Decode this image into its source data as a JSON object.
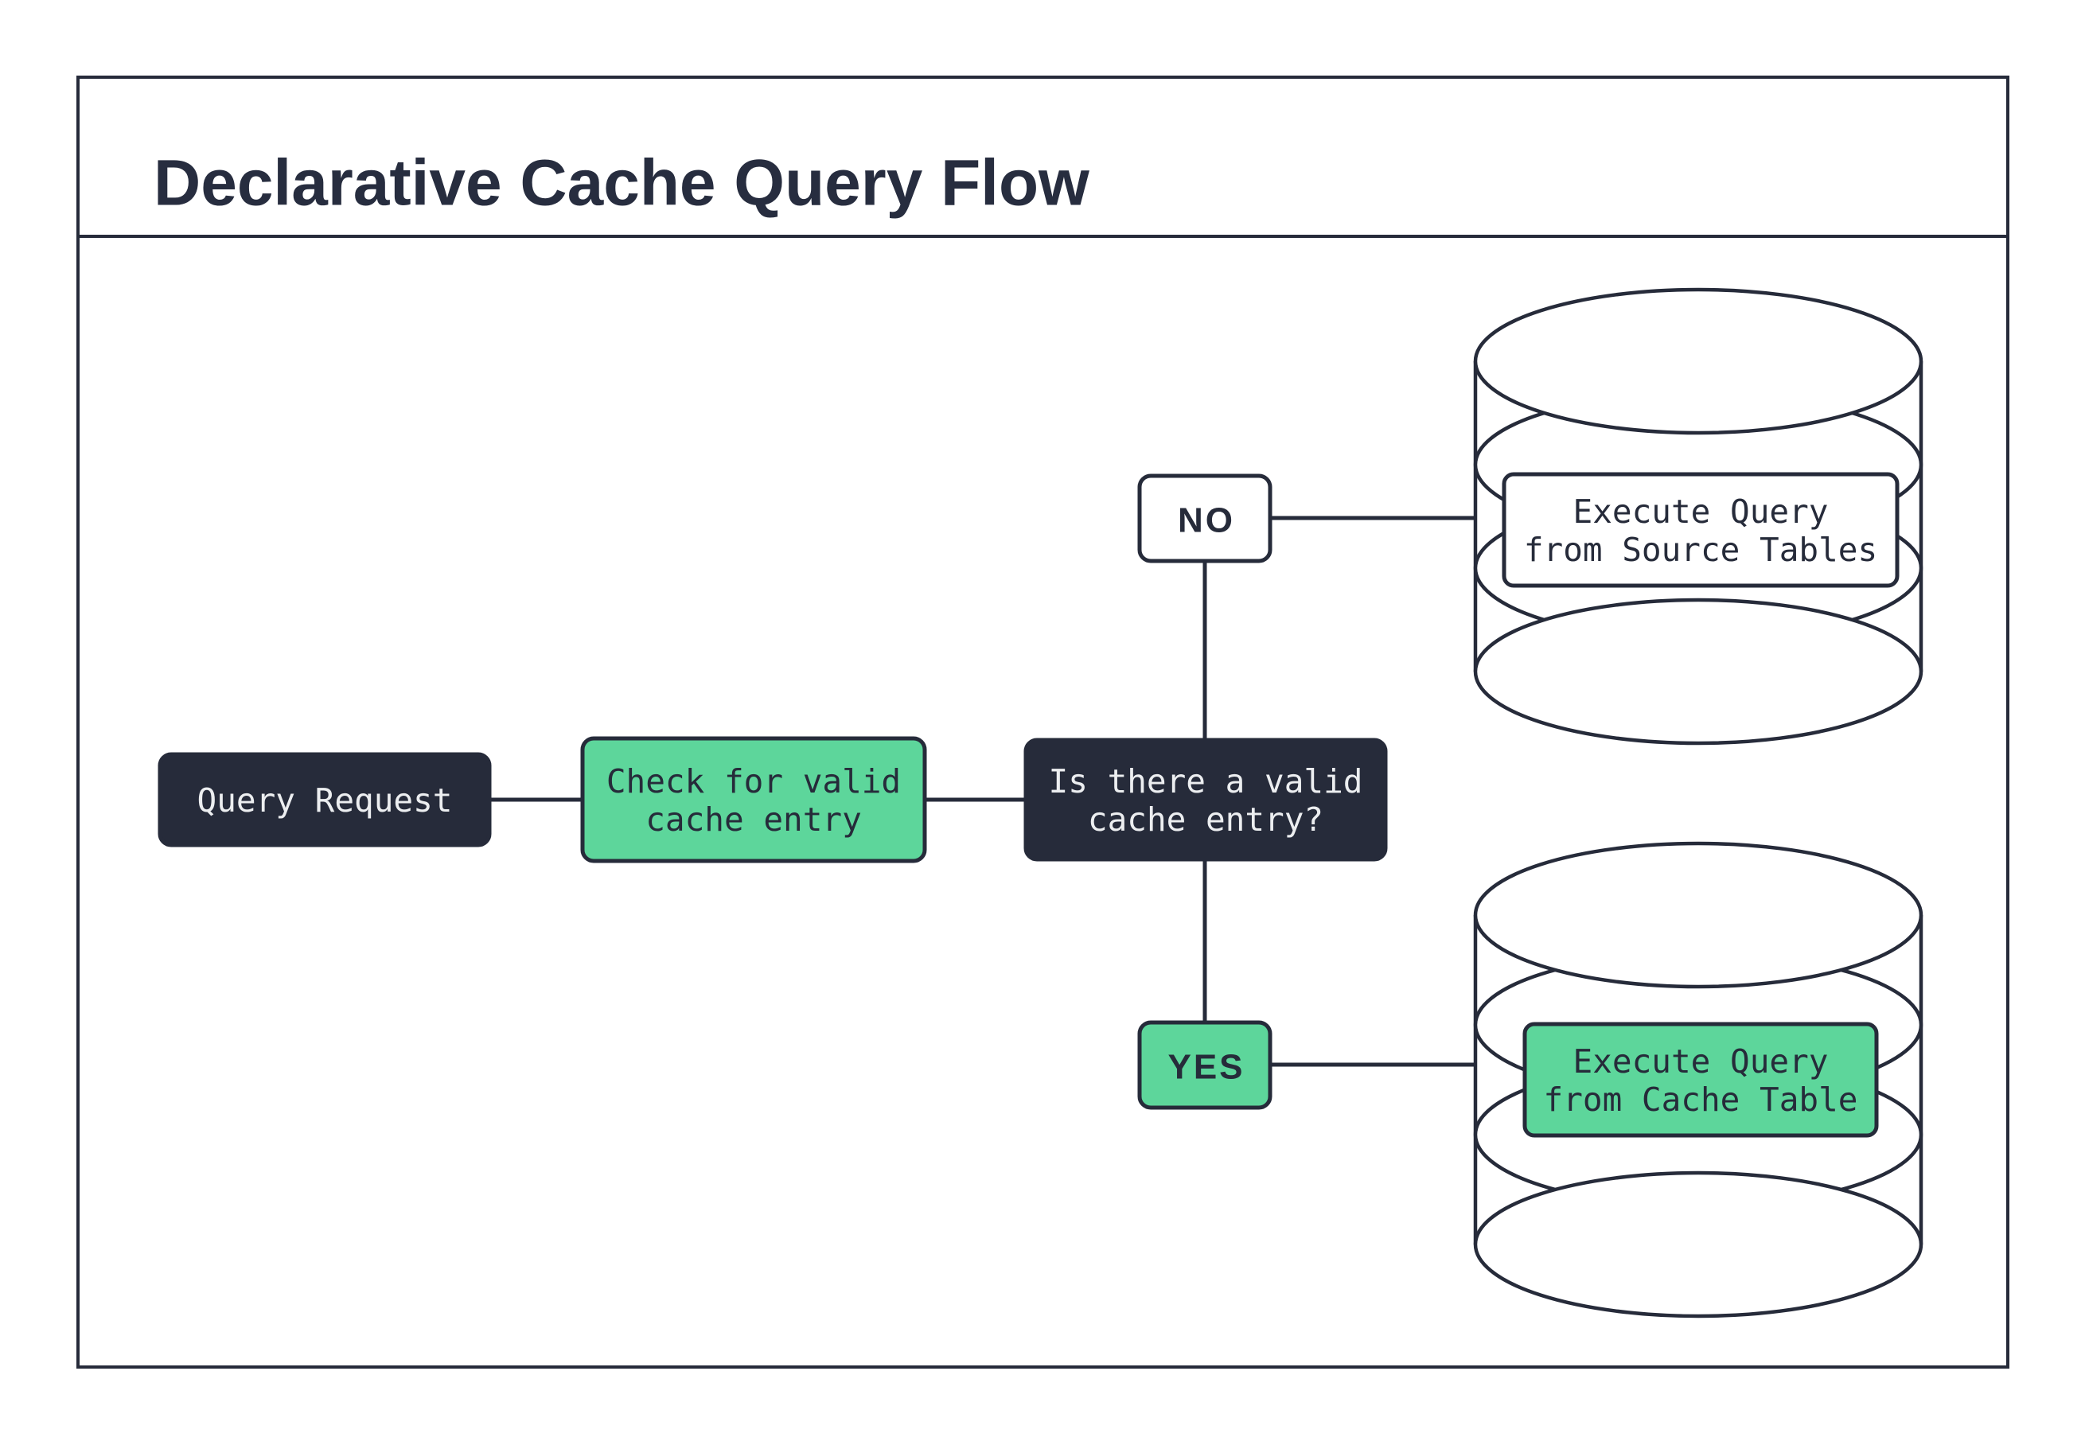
{
  "title": "Declarative Cache Query Flow",
  "colors": {
    "dark_navy": "#262b3a",
    "green": "#5dd69b",
    "light_text": "#eceef0",
    "background": "#ffffff"
  },
  "nodes": {
    "query_request": {
      "label": "Query Request"
    },
    "check_cache": {
      "line1": "Check for valid",
      "line2": "cache entry"
    },
    "decision": {
      "line1": "Is there a valid",
      "line2": "cache entry?"
    },
    "no_branch": {
      "label": "NO"
    },
    "yes_branch": {
      "label": "YES"
    },
    "source_db": {
      "line1": "Execute Query",
      "line2": "from Source Tables"
    },
    "cache_db": {
      "line1": "Execute Query",
      "line2": "from Cache Table"
    }
  }
}
